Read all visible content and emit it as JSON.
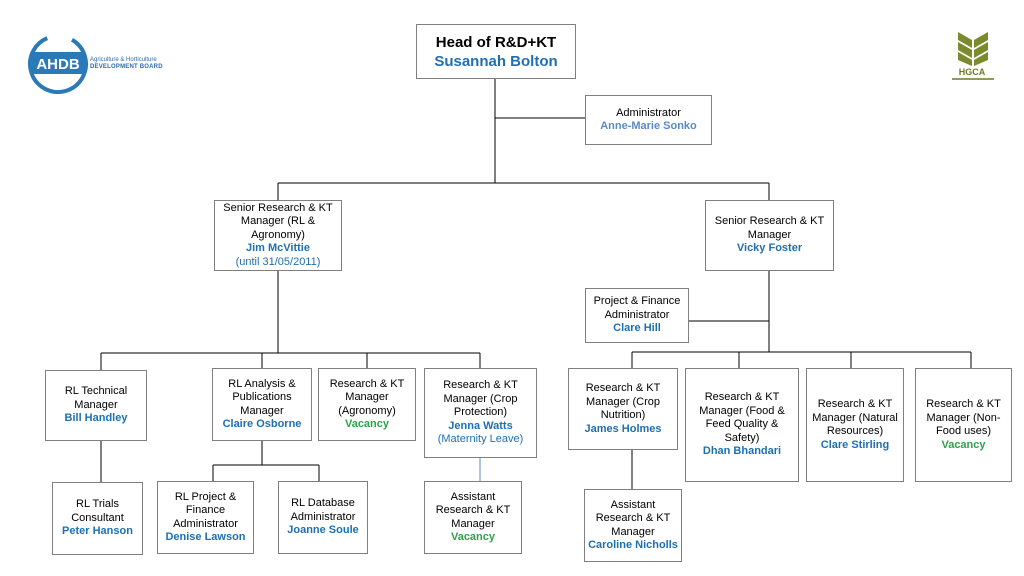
{
  "logos": {
    "ahdb_short": "AHDB",
    "ahdb_line1": "Agriculture & Horticulture",
    "ahdb_line2": "DEVELOPMENT BOARD",
    "hgca": "HGCA",
    "ahdb_color": "#2a7ab8",
    "hgca_color": "#6b7c26"
  },
  "colors": {
    "name": "#1f6fb2",
    "vacancy": "#2ca24a",
    "admin_name": "#5b8ac6",
    "border": "#7f7f7f"
  },
  "head": {
    "title": "Head of R&D+KT",
    "name": "Susannah Bolton"
  },
  "administrator": {
    "title": "Administrator",
    "name": "Anne-Marie Sonko"
  },
  "senior_left": {
    "title": "Senior Research & KT Manager (RL & Agronomy)",
    "name": "Jim McVittie",
    "note": "(until 31/05/2011)"
  },
  "senior_right": {
    "title": "Senior Research & KT Manager",
    "name": "Vicky Foster"
  },
  "project_finance": {
    "title": "Project & Finance Administrator",
    "name": "Clare Hill"
  },
  "rl_technical": {
    "title": "RL Technical Manager",
    "name": "Bill Handley"
  },
  "rl_analysis": {
    "title": "RL Analysis & Publications Manager",
    "name": "Claire Osborne"
  },
  "rkt_agronomy": {
    "title": "Research & KT Manager (Agronomy)",
    "name": "Vacancy"
  },
  "rkt_crop_protection": {
    "title": "Research & KT Manager (Crop Protection)",
    "name": "Jenna Watts",
    "note": "(Maternity Leave)"
  },
  "rkt_crop_nutrition": {
    "title": "Research & KT Manager (Crop Nutrition)",
    "name": "James Holmes"
  },
  "rkt_food_quality": {
    "title": "Research & KT Manager (Food & Feed Quality & Safety)",
    "name": "Dhan Bhandari"
  },
  "rkt_natural_resources": {
    "title": "Research & KT Manager (Natural Resources)",
    "name": "Clare Stirling"
  },
  "rkt_non_food": {
    "title": "Research & KT Manager (Non-Food uses)",
    "name": "Vacancy"
  },
  "rl_trials": {
    "title": "RL Trials Consultant",
    "name": "Peter Hanson"
  },
  "rl_project_finance": {
    "title": "RL Project & Finance Administrator",
    "name": "Denise Lawson"
  },
  "rl_database": {
    "title": "RL Database Administrator",
    "name": "Joanne Soule"
  },
  "assistant_left": {
    "title": "Assistant Research & KT Manager",
    "name": "Vacancy"
  },
  "assistant_right": {
    "title": "Assistant Research & KT Manager",
    "name": "Caroline Nicholls"
  }
}
